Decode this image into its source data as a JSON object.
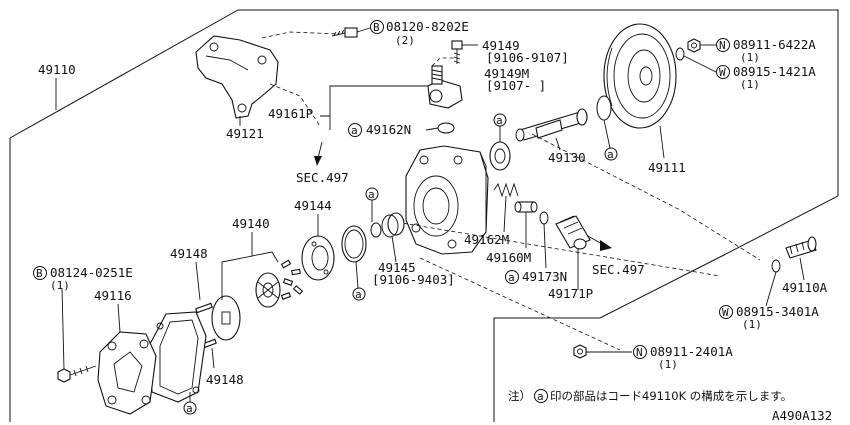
{
  "labels": {
    "l_49110": "49110",
    "l_49121": "49121",
    "l_08120": "08120-8202E",
    "l_08120_qty": "(2)",
    "l_49149": "49149",
    "l_49149_rng": "[9106-9107]",
    "l_49149m": "49149M",
    "l_49149m_rng": "[9107-    ]",
    "l_49161p": "49161P",
    "l_49162n": "49162N",
    "l_sec497a": "SEC.497",
    "l_08911_6422": "08911-6422A",
    "l_08911_6422_qty": "(1)",
    "l_08915_1421": "08915-1421A",
    "l_08915_1421_qty": "(1)",
    "l_49111": "49111",
    "l_49130": "49130",
    "l_49144": "49144",
    "l_49140": "49140",
    "l_49148a": "49148",
    "l_49148b": "49148",
    "l_08124": "08124-0251E",
    "l_08124_qty": "(1)",
    "l_49116": "49116",
    "l_49145": "49145",
    "l_49145_rng": "[9106-9403]",
    "l_49162m": "49162M",
    "l_49160m": "49160M",
    "l_49173n": "49173N",
    "l_49171p": "49171P",
    "l_sec497b": "SEC.497",
    "l_49110a": "49110A",
    "l_08915_3401": "08915-3401A",
    "l_08915_3401_qty": "(1)",
    "l_08911_2401": "08911-2401A",
    "l_08911_2401_qty": "(1)",
    "note_prefix": "注）",
    "note_text": "印の部品はコード49110K の構成を示します。",
    "figure_code": "A490A132"
  },
  "markers": {
    "bolt": "B",
    "nut": "N",
    "washer": "W",
    "kit": "a"
  }
}
